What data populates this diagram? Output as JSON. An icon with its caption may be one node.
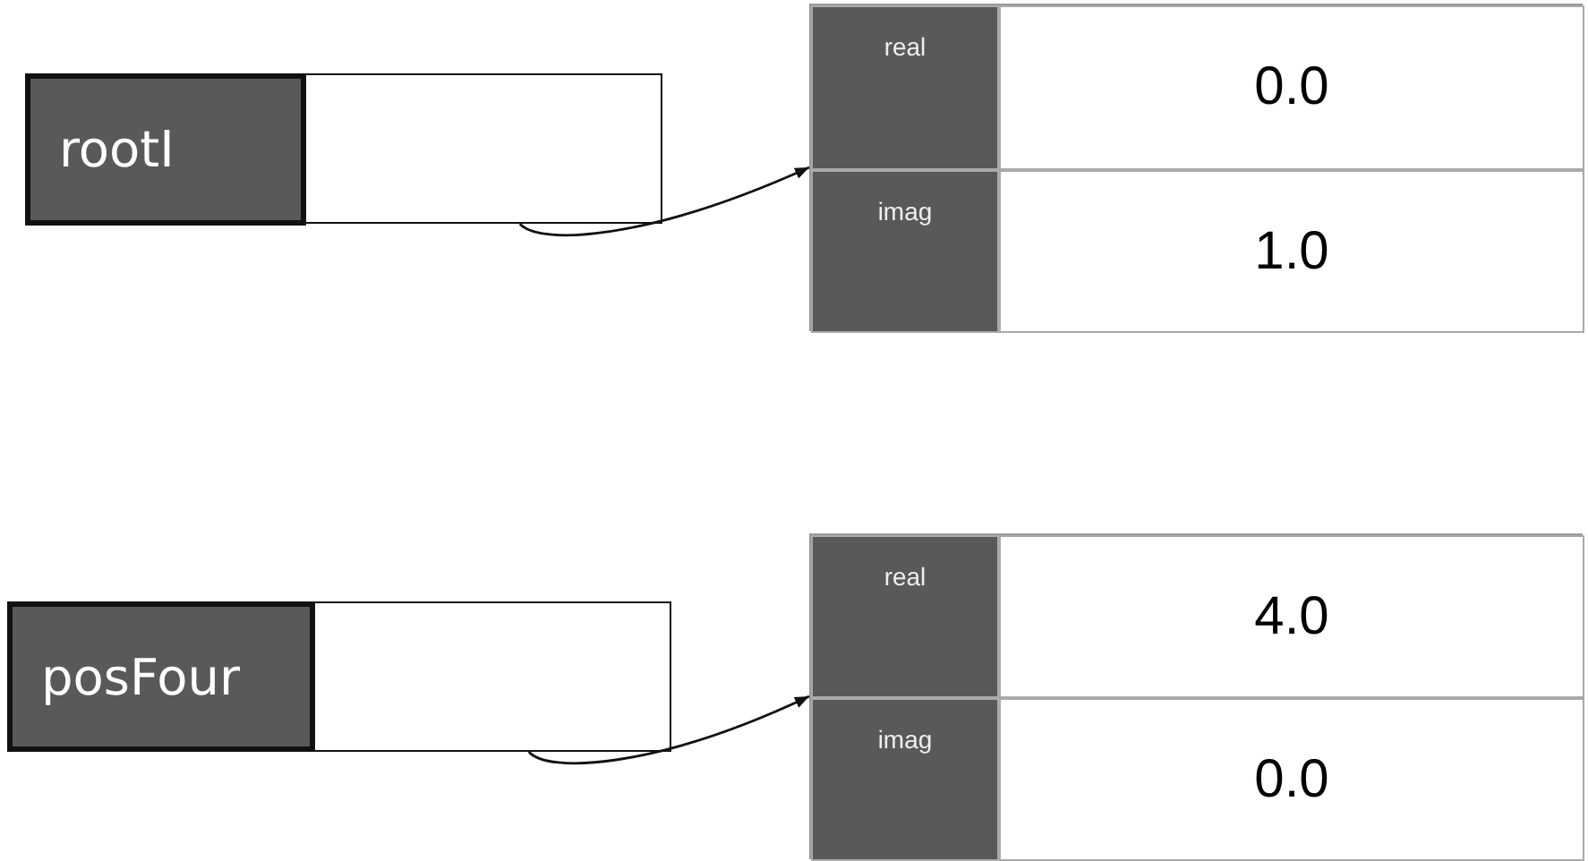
{
  "diagram": {
    "nodes": [
      {
        "text": [
          "rootI"
        ]
      },
      {
        "text": [],
        "shape": "box"
      },
      {
        "text": [],
        "shape": "box"
      },
      {
        "text": [
          "real"
        ],
        "in": 2
      },
      {
        "text": [
          "0.0"
        ],
        "in": 2
      },
      {
        "text": [
          "imag"
        ],
        "in": 2
      },
      {
        "text": [
          "1.0"
        ],
        "in": 2
      },
      {
        "text": [
          "posFour"
        ]
      },
      {
        "text": [],
        "shape": "box"
      },
      {
        "text": [],
        "shape": "box"
      },
      {
        "text": [
          "real"
        ],
        "in": 9
      },
      {
        "text": [
          "4.0"
        ],
        "in": 9
      },
      {
        "text": [
          "imag"
        ],
        "in": 9
      },
      {
        "text": [
          "0.0"
        ],
        "in": 9
      }
    ],
    "edges": [
      {
        "from": 1,
        "to": 2,
        "arrow": "to"
      },
      {
        "from": 8,
        "to": 9,
        "arrow": "to"
      }
    ]
  }
}
